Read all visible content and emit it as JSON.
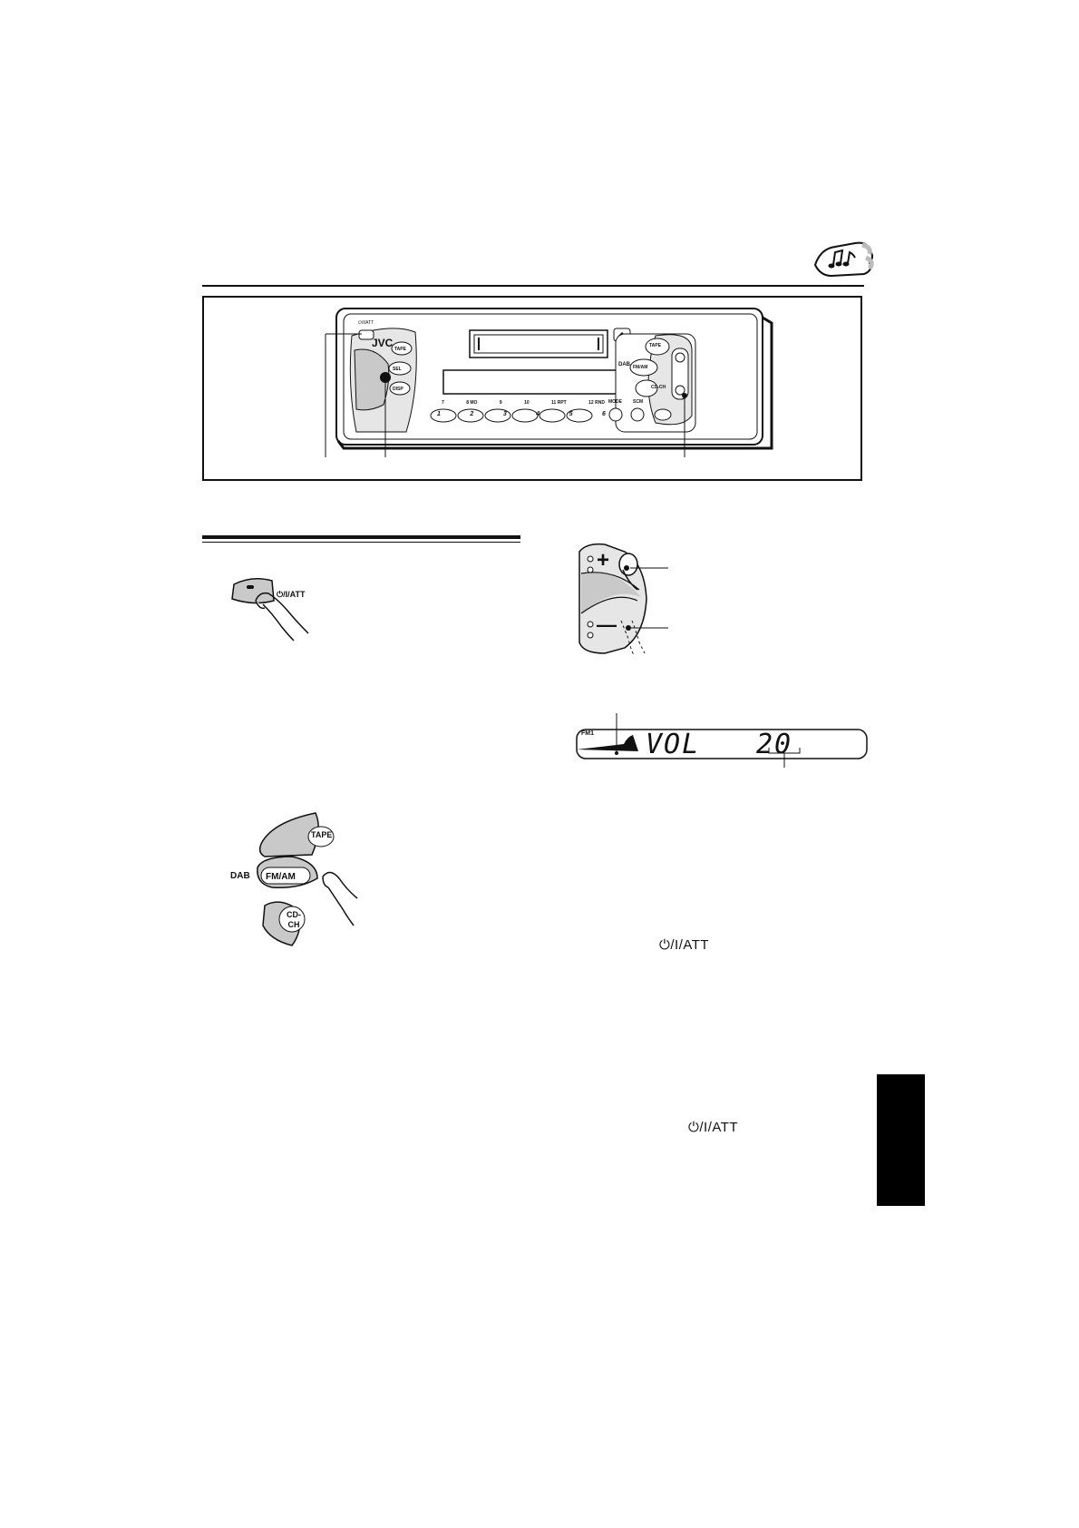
{
  "brand": "JVC",
  "faceplate": {
    "power_label": "⏻/I/ATT",
    "tape_button": "TAPE",
    "sel_button": "SEL",
    "disp_button": "DISP",
    "dab_label": "DAB",
    "fmam_button": "FM/AM",
    "cdch_button": "CD-CH",
    "tape_faceplate": "TAPE",
    "preset_labels": [
      "7",
      "8 MO",
      "9",
      "10",
      "11 RPT",
      "12 RND"
    ],
    "preset_buttons": [
      "1",
      "2",
      "3",
      "4",
      "5",
      "6"
    ],
    "mode_label": "MODE",
    "scm_label": "SCM"
  },
  "power_illustration": {
    "label": "⏻/I/ATT"
  },
  "source_illustration": {
    "tape": "TAPE",
    "dab": "DAB",
    "fmam": "FM/AM",
    "cd_line1": "CD-",
    "cd_line2": "CH"
  },
  "volume_illustration": {
    "plus": "+",
    "minus": "—"
  },
  "display": {
    "band": "FM1",
    "text": "VOL",
    "value": "20"
  },
  "att_references": [
    "⏻/I/ATT",
    "⏻/I/ATT"
  ]
}
